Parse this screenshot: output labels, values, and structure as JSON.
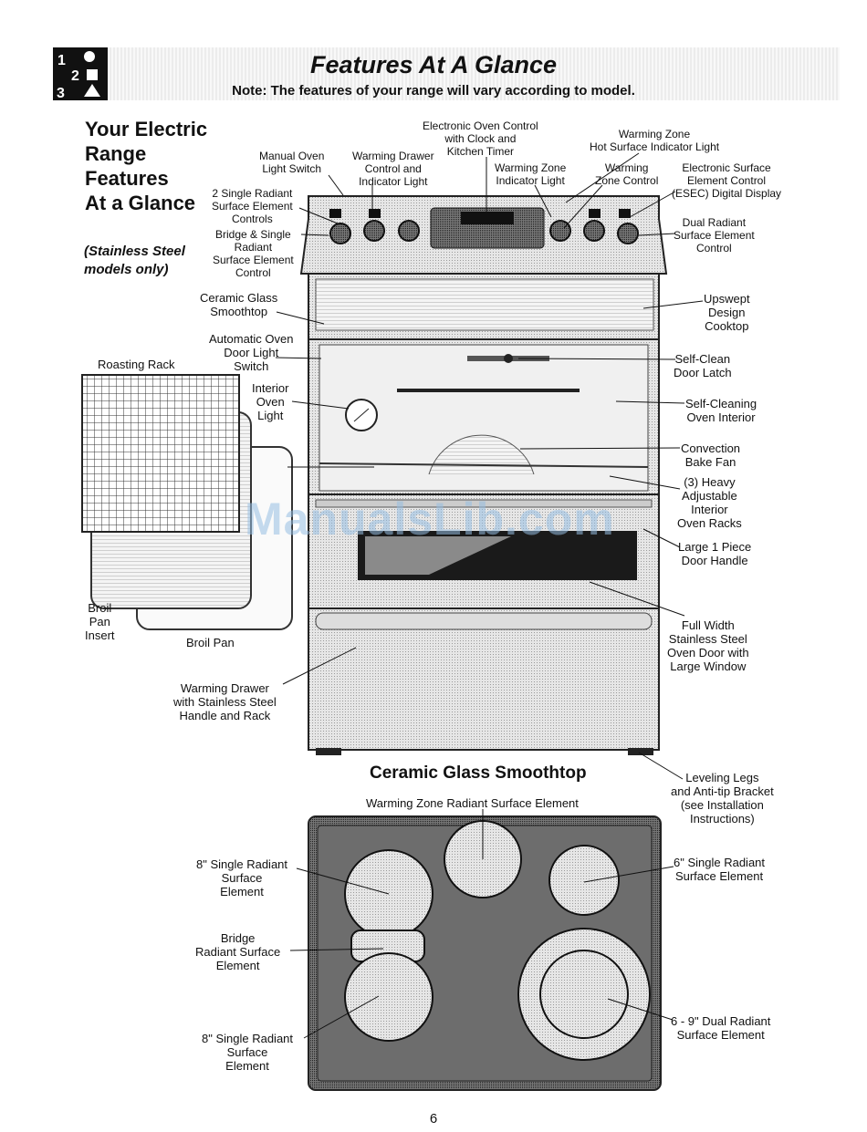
{
  "header": {
    "title": "Features At A Glance",
    "note": "Note: The features of your range will vary according to model."
  },
  "heading": {
    "line1": "Your Electric",
    "line2": "Range",
    "line3": "Features",
    "line4": "At a Glance"
  },
  "models_note": {
    "line1": "(Stainless Steel",
    "line2": "models only)"
  },
  "labels": {
    "electronic_oven_control": [
      "Electronic Oven Control",
      "with Clock and",
      "Kitchen Timer"
    ],
    "warming_zone_hot_light": [
      "Warming Zone",
      "Hot Surface Indicator Light"
    ],
    "manual_oven_light_switch": [
      "Manual Oven",
      "Light Switch"
    ],
    "warming_drawer_control": [
      "Warming Drawer",
      "Control and",
      "Indicator Light"
    ],
    "warming_zone_indicator": [
      "Warming Zone",
      "Indicator Light"
    ],
    "warming_zone_control": [
      "Warming",
      "Zone Control"
    ],
    "esec_display": [
      "Electronic Surface",
      "Element Control",
      "(ESEC) Digital Display"
    ],
    "two_single_radiant": [
      "2 Single Radiant",
      "Surface Element",
      "Controls"
    ],
    "bridge_single_radiant": [
      "Bridge & Single",
      "Radiant",
      "Surface Element",
      "Control"
    ],
    "dual_radiant_control": [
      "Dual Radiant",
      "Surface Element",
      "Control"
    ],
    "ceramic_glass_smoothtop": [
      "Ceramic Glass",
      "Smoothtop"
    ],
    "upswept_design": [
      "Upswept",
      "Design",
      "Cooktop"
    ],
    "automatic_door_light": [
      "Automatic Oven",
      "Door Light",
      "Switch"
    ],
    "roasting_rack": [
      "Roasting Rack"
    ],
    "self_clean_latch": [
      "Self-Clean",
      "Door Latch"
    ],
    "interior_oven_light": [
      "Interior",
      "Oven",
      "Light"
    ],
    "self_cleaning_interior": [
      "Self-Cleaning",
      "Oven Interior"
    ],
    "convection_fan": [
      "Convection",
      "Bake Fan"
    ],
    "heavy_racks": [
      "(3) Heavy",
      "Adjustable",
      "Interior",
      "Oven Racks"
    ],
    "door_handle": [
      "Large 1 Piece",
      "Door Handle"
    ],
    "broil_pan_insert": [
      "Broil",
      "Pan",
      "Insert"
    ],
    "broil_pan": [
      "Broil Pan"
    ],
    "full_width_door": [
      "Full Width",
      "Stainless Steel",
      "Oven Door with",
      "Large Window"
    ],
    "warming_drawer": [
      "Warming Drawer",
      "with Stainless Steel",
      "Handle and Rack"
    ],
    "leveling_legs": [
      "Leveling Legs",
      "and Anti-tip Bracket",
      "(see Installation",
      "Instructions)"
    ],
    "warming_zone_element": [
      "Warming Zone Radiant Surface Element"
    ],
    "single_8_top": [
      "8\" Single Radiant",
      "Surface",
      "Element"
    ],
    "single_6": [
      "6\" Single Radiant",
      "Surface Element"
    ],
    "bridge_element": [
      "Bridge",
      "Radiant Surface",
      "Element"
    ],
    "single_8_bottom": [
      "8\" Single Radiant",
      "Surface",
      "Element"
    ],
    "dual_6_9": [
      "6 - 9\" Dual Radiant",
      "Surface Element"
    ]
  },
  "section_title": "Ceramic Glass Smoothtop",
  "page_number": "6",
  "watermark": "ManualsLib.com",
  "logo_text": [
    "1",
    "2",
    "3"
  ]
}
